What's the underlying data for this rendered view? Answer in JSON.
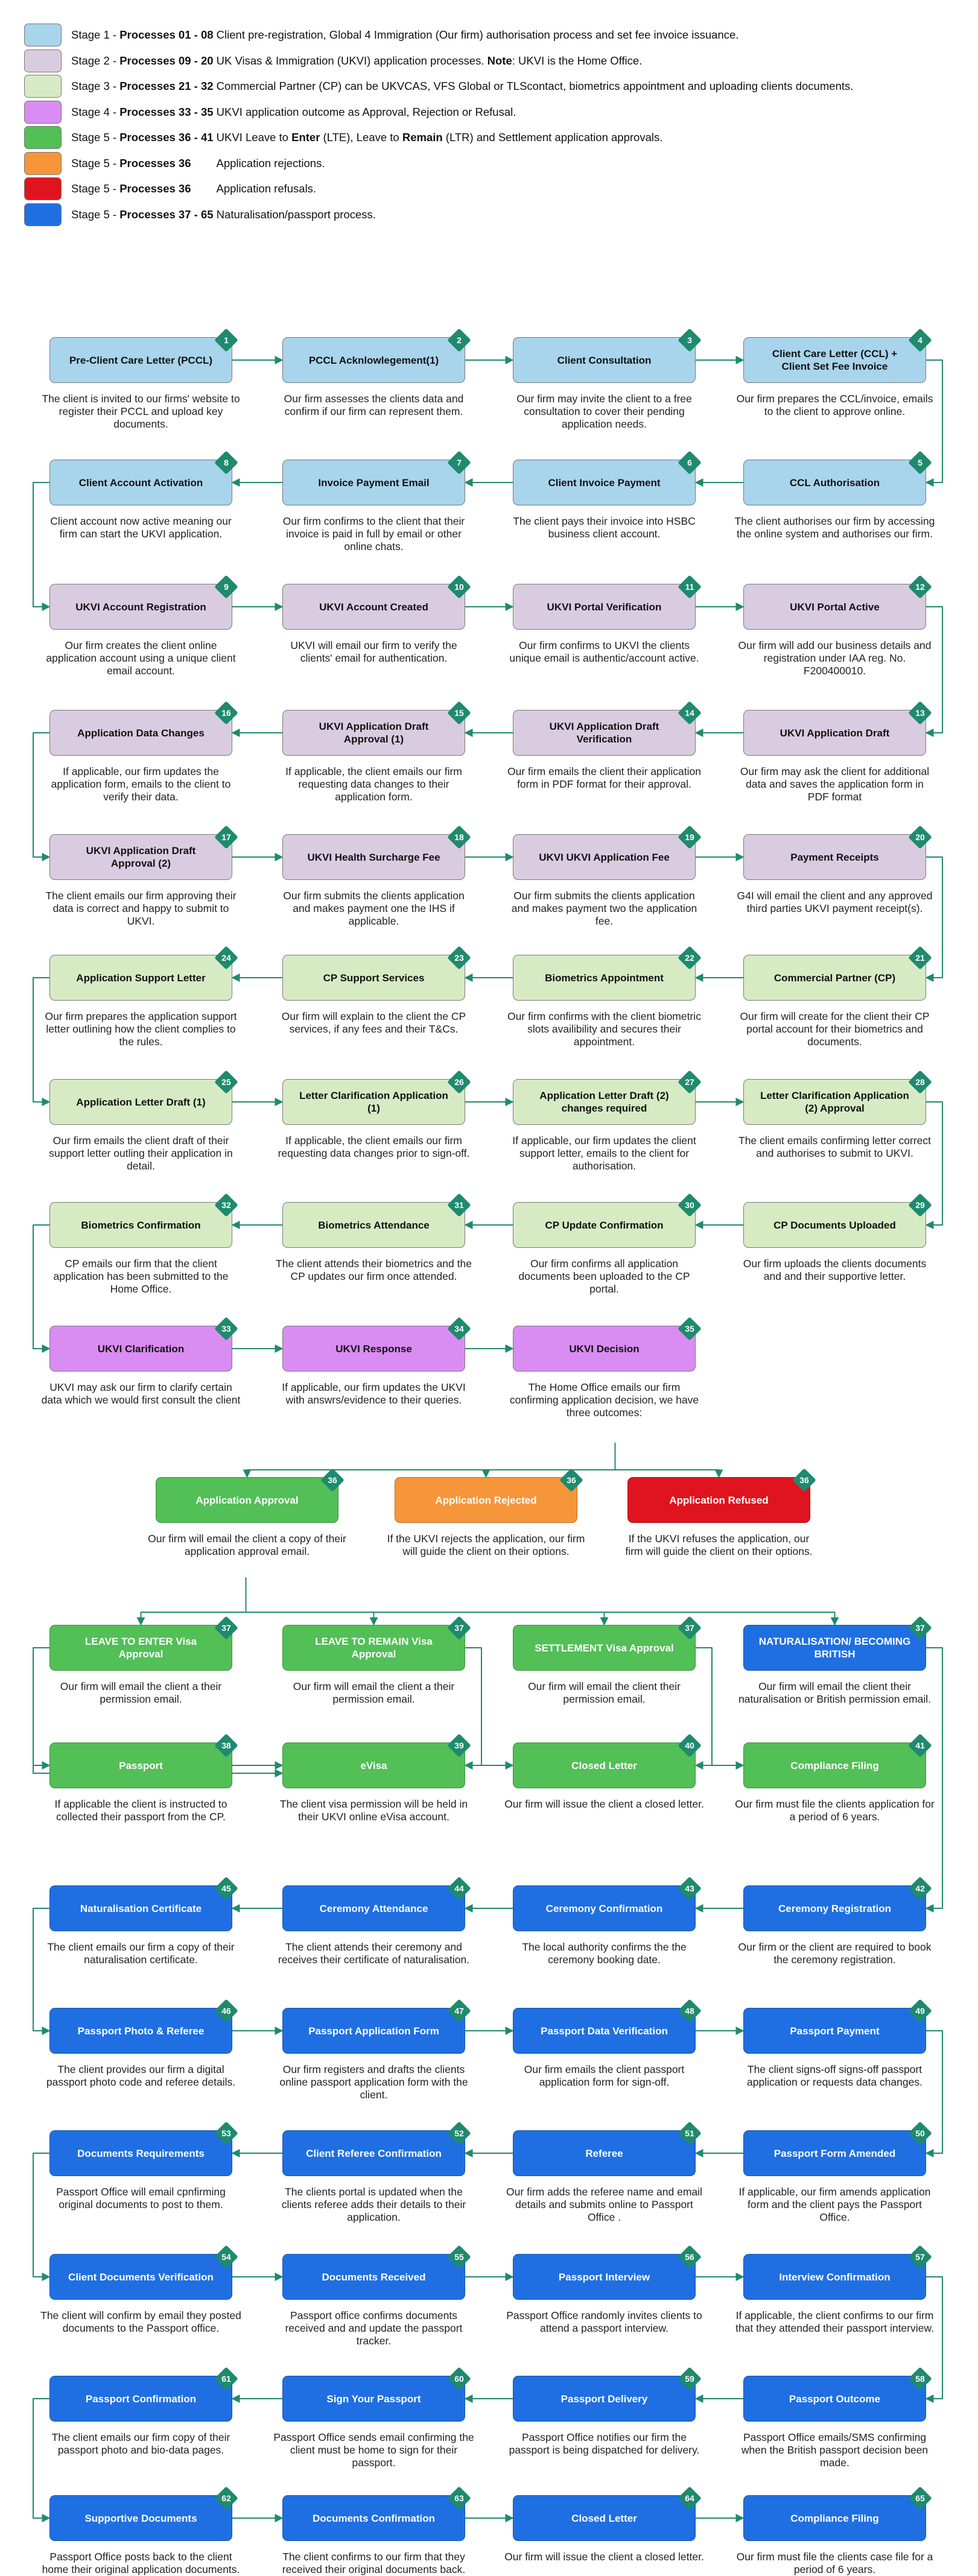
{
  "colors": {
    "arrow": "#1f8a6e",
    "badge": "#1f8a6e",
    "stage1": "#a8d4ec",
    "stage2": "#d9cce0",
    "stage3": "#d6ebc3",
    "stage4": "#d98cf2",
    "stage5_approval": "#52bf57",
    "stage5_rejection": "#f7953a",
    "stage5_refusal": "#e0141e",
    "stage5_naturalisation": "#1f6fe2"
  },
  "legend": [
    {
      "color": "#a8d4ec",
      "prefix": "Stage 1 - ",
      "bold": "Processes 01 - 08",
      "text": " Client pre-registration, Global 4 Immigration (Our firm) authorisation process and set fee invoice issuance."
    },
    {
      "color": "#d9cce0",
      "prefix": "Stage 2 - ",
      "bold": "Processes 09 - 20",
      "text": " UK Visas & Immigration (UKVI) application processes. ",
      "bold2": "Note",
      "text2": ": UKVI is the Home Office."
    },
    {
      "color": "#d6ebc3",
      "prefix": "Stage 3 - ",
      "bold": "Processes 21 - 32",
      "text": " Commercial Partner (CP) can be UKVCAS, VFS Global or TLScontact, biometrics appointment and uploading clients documents."
    },
    {
      "color": "#d98cf2",
      "prefix": "Stage 4 - ",
      "bold": "Processes 33 - 35",
      "text": " UKVI application outcome as Approval, Rejection or Refusal."
    },
    {
      "color": "#52bf57",
      "prefix": "Stage 5 - ",
      "bold": "Processes 36 - 41",
      "text": " UKVI Leave to ",
      "bold2": "Enter",
      "text2": " (LTE), Leave to ",
      "bold3": "Remain",
      "text3": " (LTR) and Settlement application approvals."
    },
    {
      "color": "#f7953a",
      "prefix": "Stage 5 - ",
      "bold": "Processes 36",
      "gap": true,
      "text": "Application rejections."
    },
    {
      "color": "#e0141e",
      "prefix": "Stage 5 - ",
      "bold": "Processes 36",
      "gap": true,
      "text": "Application refusals."
    },
    {
      "color": "#1f6fe2",
      "prefix": "Stage 5 - ",
      "bold": "Processes 37 - 65",
      "text": " Naturalisation/passport process."
    }
  ],
  "nodes": [
    {
      "id": "1",
      "num": "1",
      "stage": "stage1",
      "title": "Pre-Client Care Letter (PCCL)",
      "desc": "The client is invited to our firms' website to register their PCCL and upload key documents."
    },
    {
      "id": "2",
      "num": "2",
      "stage": "stage1",
      "title": "PCCL Acknlowlegement(1)",
      "desc": "Our firm assesses the clients data and confirm if our firm can represent them."
    },
    {
      "id": "3",
      "num": "3",
      "stage": "stage1",
      "title": "Client Consultation",
      "desc": "Our firm may invite the client to a free consultation to cover their pending application needs."
    },
    {
      "id": "4",
      "num": "4",
      "stage": "stage1",
      "title": "Client Care Letter (CCL) + Client Set Fee Invoice",
      "desc": "Our firm prepares the CCL/invoice, emails to the client to approve online."
    },
    {
      "id": "5",
      "num": "5",
      "stage": "stage1",
      "title": "CCL Authorisation",
      "desc": "The client authorises our firm by accessing the online system and authorises our firm."
    },
    {
      "id": "6",
      "num": "6",
      "stage": "stage1",
      "title": "Client Invoice Payment",
      "desc": "The client pays their invoice into HSBC business client account."
    },
    {
      "id": "7",
      "num": "7",
      "stage": "stage1",
      "title": "Invoice Payment Email",
      "desc": "Our firm confirms to the client that their invoice is paid in full by email or other online chats."
    },
    {
      "id": "8",
      "num": "8",
      "stage": "stage1",
      "title": "Client Account Activation",
      "desc": "Client account now active meaning our firm can start the UKVI application."
    },
    {
      "id": "9",
      "num": "9",
      "stage": "stage2",
      "title": "UKVI Account Registration",
      "desc": "Our firm creates the client online application account using a unique client email account."
    },
    {
      "id": "10",
      "num": "10",
      "stage": "stage2",
      "title": "UKVI Account Created",
      "desc": "UKVI will email our firm to verify the clients' email for authentication."
    },
    {
      "id": "11",
      "num": "11",
      "stage": "stage2",
      "title": "UKVI Portal Verification",
      "desc": "Our firm confirms to UKVI the clients unique email is authentic/account active."
    },
    {
      "id": "12",
      "num": "12",
      "stage": "stage2",
      "title": "UKVI Portal Active",
      "desc": "Our firm will add our business details and registration under IAA reg. No. F200400010."
    },
    {
      "id": "13",
      "num": "13",
      "stage": "stage2",
      "title": "UKVI Application Draft",
      "desc": "Our firm may ask the client for additional data and saves the application form in PDF format"
    },
    {
      "id": "14",
      "num": "14",
      "stage": "stage2",
      "title": "UKVI Application Draft Verification",
      "desc": "Our firm emails the client their application form in PDF format for their approval."
    },
    {
      "id": "15",
      "num": "15",
      "stage": "stage2",
      "title": "UKVI Application Draft Approval (1)",
      "desc": "If applicable, the client emails our firm requesting data changes to their application form."
    },
    {
      "id": "16",
      "num": "16",
      "stage": "stage2",
      "title": "Application Data Changes",
      "desc": "If applicable, our firm updates the application form, emails to the client to verify their data."
    },
    {
      "id": "17",
      "num": "17",
      "stage": "stage2",
      "title": "UKVI Application Draft Approval (2)",
      "desc": "The client emails our firm approving their data is correct and happy to submit to UKVI."
    },
    {
      "id": "18",
      "num": "18",
      "stage": "stage2",
      "title": "UKVI Health Surcharge Fee",
      "desc": "Our firm submits the clients application and makes payment one the IHS if applicable."
    },
    {
      "id": "19",
      "num": "19",
      "stage": "stage2",
      "title": "UKVI UKVI Application Fee",
      "desc": "Our firm submits the clients application and makes payment two the application fee."
    },
    {
      "id": "20",
      "num": "20",
      "stage": "stage2",
      "title": "Payment Receipts",
      "desc": "G4I will email the client and any approved third parties UKVI payment receipt(s)."
    },
    {
      "id": "21",
      "num": "21",
      "stage": "stage3",
      "title": "Commercial Partner (CP)",
      "desc": "Our firm will create for the client their CP portal account for their biometrics and documents."
    },
    {
      "id": "22",
      "num": "22",
      "stage": "stage3",
      "title": "Biometrics Appointment",
      "desc": "Our firm confirms with the client biometric slots availibility and secures their appointment."
    },
    {
      "id": "23",
      "num": "23",
      "stage": "stage3",
      "title": "CP Support Services",
      "desc": "Our firm will explain to the client the CP services, if any fees and their T&Cs."
    },
    {
      "id": "24",
      "num": "24",
      "stage": "stage3",
      "title": "Application Support Letter",
      "desc": "Our firm prepares the application support letter outlining how the client complies to the rules."
    },
    {
      "id": "25",
      "num": "25",
      "stage": "stage3",
      "title": "Application Letter Draft (1)",
      "desc": "Our firm emails the client draft of their support letter outling their application in detail."
    },
    {
      "id": "26",
      "num": "26",
      "stage": "stage3",
      "title": "Letter Clarification Application (1)",
      "desc": "If applicable, the client emails our firm requesting data changes prior to sign-off."
    },
    {
      "id": "27",
      "num": "27",
      "stage": "stage3",
      "title": "Application Letter Draft (2) changes required",
      "desc": "If applicable, our firm updates the client support letter, emails to the client for authorisation."
    },
    {
      "id": "28",
      "num": "28",
      "stage": "stage3",
      "title": "Letter Clarification Application (2) Approval",
      "desc": "The client emails confirming letter correct and authorises to submit to UKVI."
    },
    {
      "id": "29",
      "num": "29",
      "stage": "stage3",
      "title": "CP Documents Uploaded",
      "desc": "Our firm uploads the clients documents and and their supportive letter."
    },
    {
      "id": "30",
      "num": "30",
      "stage": "stage3",
      "title": "CP Update Confirmation",
      "desc": "Our firm confirms all application documents been uploaded to the CP portal."
    },
    {
      "id": "31",
      "num": "31",
      "stage": "stage3",
      "title": "Biometrics Attendance",
      "desc": "The client attends their biometrics and the CP updates our firm once attended."
    },
    {
      "id": "32",
      "num": "32",
      "stage": "stage3",
      "title": "Biometrics Confirmation",
      "desc": "CP emails our firm that the client application has been submitted to the Home Office."
    },
    {
      "id": "33",
      "num": "33",
      "stage": "stage4",
      "title": "UKVI Clarification",
      "desc": "UKVI may ask our firm to clarify certain data which we would first consult the client"
    },
    {
      "id": "34",
      "num": "34",
      "stage": "stage4",
      "title": "UKVI Response",
      "desc": "If applicable, our firm updates the UKVI with answrs/evidence to their queries."
    },
    {
      "id": "35",
      "num": "35",
      "stage": "stage4",
      "title": "UKVI Decision",
      "desc": "The Home Office emails our firm confirming application decision, we have three outcomes:"
    },
    {
      "id": "36a",
      "num": "36",
      "stage": "stage5_approval",
      "title": "Application Approval",
      "desc": "Our firm will email the client a copy of their application approval email."
    },
    {
      "id": "36b",
      "num": "36",
      "stage": "stage5_rejection",
      "title": "Application Rejected",
      "desc": "If the UKVI rejects the application, our firm will guide the client on their options."
    },
    {
      "id": "36c",
      "num": "36",
      "stage": "stage5_refusal",
      "title": "Application Refused",
      "desc": "If the UKVI refuses the application, our firm will guide the client on their options."
    },
    {
      "id": "37a",
      "num": "37",
      "stage": "stage5_approval",
      "title": "LEAVE TO ENTER Visa Approval",
      "desc": "Our firm will email the client a their permission email."
    },
    {
      "id": "37b",
      "num": "37",
      "stage": "stage5_approval",
      "title": "LEAVE TO REMAIN Visa Approval",
      "desc": "Our firm will email the client a their permission email."
    },
    {
      "id": "37c",
      "num": "37",
      "stage": "stage5_approval",
      "title": "SETTLEMENT Visa Approval",
      "desc": "Our firm will email the client their permission email."
    },
    {
      "id": "37d",
      "num": "37",
      "stage": "stage5_naturalisation",
      "title": "NATURALISATION/ BECOMING BRITISH",
      "desc": "Our firm will email the client their naturalisation or British permission email."
    },
    {
      "id": "38",
      "num": "38",
      "stage": "stage5_approval",
      "title": "Passport",
      "desc": "If applicable the client is instructed to collected their passport from the CP."
    },
    {
      "id": "39",
      "num": "39",
      "stage": "stage5_approval",
      "title": "eVisa",
      "desc": "The client visa permission will be held in their UKVI online eVisa account."
    },
    {
      "id": "40",
      "num": "40",
      "stage": "stage5_approval",
      "title": "Closed Letter",
      "desc": "Our firm will issue the client a closed letter."
    },
    {
      "id": "41",
      "num": "41",
      "stage": "stage5_approval",
      "title": "Compliance Filing",
      "desc": "Our firm must file the clients application for a period of 6 years."
    },
    {
      "id": "42",
      "num": "42",
      "stage": "stage5_naturalisation",
      "title": "Ceremony Registration",
      "desc": "Our firm or the client are required to book the ceremony registration."
    },
    {
      "id": "43",
      "num": "43",
      "stage": "stage5_naturalisation",
      "title": "Ceremony Confirmation",
      "desc": "The local authority confirms the the ceremony booking date."
    },
    {
      "id": "44",
      "num": "44",
      "stage": "stage5_naturalisation",
      "title": "Ceremony Attendance",
      "desc": "The client attends their ceremony and receives their certificate of naturalisation."
    },
    {
      "id": "45",
      "num": "45",
      "stage": "stage5_naturalisation",
      "title": "Naturalisation Certificate",
      "desc": "The client emails our firm a copy of their naturalisation certificate."
    },
    {
      "id": "46",
      "num": "46",
      "stage": "stage5_naturalisation",
      "title": "Passport Photo & Referee",
      "desc": "The client provides our firm a digital passport photo code and referee details."
    },
    {
      "id": "47",
      "num": "47",
      "stage": "stage5_naturalisation",
      "title": "Passport Application Form",
      "desc": "Our firm registers and drafts the clients online passport application form with the client."
    },
    {
      "id": "48",
      "num": "48",
      "stage": "stage5_naturalisation",
      "title": "Passport Data Verification",
      "desc": "Our firm emails the client passport application form for sign-off."
    },
    {
      "id": "49",
      "num": "49",
      "stage": "stage5_naturalisation",
      "title": "Passport Payment",
      "desc": "The client signs-off signs-off passport application or requests data changes."
    },
    {
      "id": "50",
      "num": "50",
      "stage": "stage5_naturalisation",
      "title": "Passport Form Amended",
      "desc": "If applicable, our firm amends application form and the client pays the Passport Office."
    },
    {
      "id": "51",
      "num": "51",
      "stage": "stage5_naturalisation",
      "title": "Referee",
      "desc": "Our firm adds the referee name and email details and submits online to Passport Office ."
    },
    {
      "id": "52",
      "num": "52",
      "stage": "stage5_naturalisation",
      "title": "Client Referee Confirmation",
      "desc": "The clients portal is updated when the clients referee adds their details to their application."
    },
    {
      "id": "53",
      "num": "53",
      "stage": "stage5_naturalisation",
      "title": "Documents Requirements",
      "desc": "Passport Office will email cpnfirming original documents to post to them."
    },
    {
      "id": "54",
      "num": "54",
      "stage": "stage5_naturalisation",
      "title": "Client Documents Verification",
      "desc": "The client will confirm by email they posted documents to the Passport office."
    },
    {
      "id": "55",
      "num": "55",
      "stage": "stage5_naturalisation",
      "title": "Documents Received",
      "desc": "Passport office confirms documents received and and update the passport tracker."
    },
    {
      "id": "56",
      "num": "56",
      "stage": "stage5_naturalisation",
      "title": "Passport Interview",
      "desc": "Passport Office randomly invites clients to attend a passport interview."
    },
    {
      "id": "57",
      "num": "57",
      "stage": "stage5_naturalisation",
      "title": "Interview Confirmation",
      "desc": "If applicable, the client confirms to our firm that they attended their passport interview."
    },
    {
      "id": "58",
      "num": "58",
      "stage": "stage5_naturalisation",
      "title": "Passport Outcome",
      "desc": "Passport Office emails/SMS confirming when the British passport decision been made."
    },
    {
      "id": "59",
      "num": "59",
      "stage": "stage5_naturalisation",
      "title": "Passport Delivery",
      "desc": "Passport Office notifies our firm the passport is being dispatched for delivery."
    },
    {
      "id": "60",
      "num": "60",
      "stage": "stage5_naturalisation",
      "title": "Sign Your Passport",
      "desc": "Passport Office sends email confirming the client must be home to sign for their passport."
    },
    {
      "id": "61",
      "num": "61",
      "stage": "stage5_naturalisation",
      "title": "Passport Confirmation",
      "desc": "The client emails our firm copy of their passport photo and bio-data pages."
    },
    {
      "id": "62",
      "num": "62",
      "stage": "stage5_naturalisation",
      "title": "Supportive Documents",
      "desc": "Passport Office posts back to the client home their original application documents."
    },
    {
      "id": "63",
      "num": "63",
      "stage": "stage5_naturalisation",
      "title": "Documents Confirmation",
      "desc": "The client confirms to our firm that they received their original documents back."
    },
    {
      "id": "64",
      "num": "64",
      "stage": "stage5_naturalisation",
      "title": "Closed Letter",
      "desc": "Our firm will issue the client a closed letter."
    },
    {
      "id": "65",
      "num": "65",
      "stage": "stage5_naturalisation",
      "title": "Compliance Filing",
      "desc": "Our firm must file the clients case file for a period of 6 years."
    }
  ],
  "links": [
    [
      "1",
      "2"
    ],
    [
      "2",
      "3"
    ],
    [
      "3",
      "4"
    ],
    [
      "4",
      "5"
    ],
    [
      "5",
      "6"
    ],
    [
      "6",
      "7"
    ],
    [
      "7",
      "8"
    ],
    [
      "8",
      "9"
    ],
    [
      "9",
      "10"
    ],
    [
      "10",
      "11"
    ],
    [
      "11",
      "12"
    ],
    [
      "12",
      "13"
    ],
    [
      "13",
      "14"
    ],
    [
      "14",
      "15"
    ],
    [
      "15",
      "16"
    ],
    [
      "16",
      "17"
    ],
    [
      "17",
      "18"
    ],
    [
      "18",
      "19"
    ],
    [
      "19",
      "20"
    ],
    [
      "20",
      "21"
    ],
    [
      "21",
      "22"
    ],
    [
      "22",
      "23"
    ],
    [
      "23",
      "24"
    ],
    [
      "24",
      "25"
    ],
    [
      "25",
      "26"
    ],
    [
      "26",
      "27"
    ],
    [
      "27",
      "28"
    ],
    [
      "28",
      "29"
    ],
    [
      "29",
      "30"
    ],
    [
      "30",
      "31"
    ],
    [
      "31",
      "32"
    ],
    [
      "32",
      "33"
    ],
    [
      "33",
      "34"
    ],
    [
      "34",
      "35"
    ],
    [
      "35",
      "36a"
    ],
    [
      "35",
      "36b"
    ],
    [
      "35",
      "36c"
    ],
    [
      "36a",
      "37a"
    ],
    [
      "36a",
      "37b"
    ],
    [
      "36a",
      "37c"
    ],
    [
      "36a",
      "37d"
    ],
    [
      "37a",
      "38"
    ],
    [
      "37a",
      "39"
    ],
    [
      "37b",
      "39"
    ],
    [
      "37c",
      "40"
    ],
    [
      "38",
      "39"
    ],
    [
      "39",
      "40"
    ],
    [
      "40",
      "41"
    ],
    [
      "37d",
      "42"
    ],
    [
      "42",
      "43"
    ],
    [
      "43",
      "44"
    ],
    [
      "44",
      "45"
    ],
    [
      "45",
      "46"
    ],
    [
      "46",
      "47"
    ],
    [
      "47",
      "48"
    ],
    [
      "48",
      "49"
    ],
    [
      "49",
      "50"
    ],
    [
      "50",
      "51"
    ],
    [
      "51",
      "52"
    ],
    [
      "52",
      "53"
    ],
    [
      "53",
      "54"
    ],
    [
      "54",
      "55"
    ],
    [
      "55",
      "56"
    ],
    [
      "56",
      "57"
    ],
    [
      "57",
      "58"
    ],
    [
      "58",
      "59"
    ],
    [
      "59",
      "60"
    ],
    [
      "60",
      "61"
    ],
    [
      "61",
      "62"
    ],
    [
      "62",
      "63"
    ],
    [
      "63",
      "64"
    ],
    [
      "64",
      "65"
    ]
  ]
}
